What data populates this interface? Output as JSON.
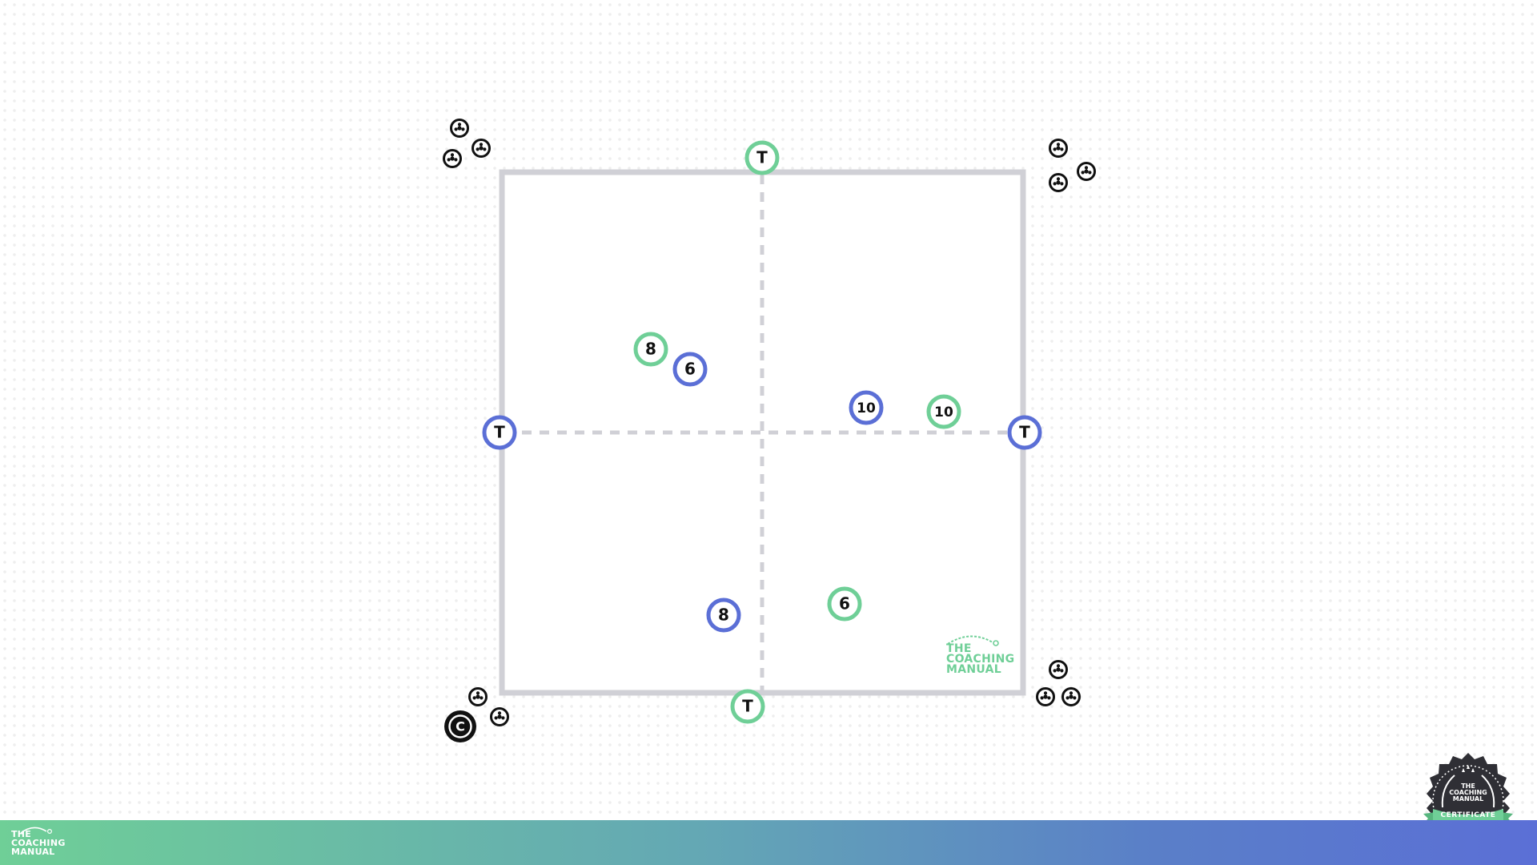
{
  "colors": {
    "team_green": "#6fcf97",
    "team_blue": "#5b6fd6",
    "pitch_line": "#d0d0d6",
    "ball": "#111111"
  },
  "targets": [
    {
      "label": "T",
      "team": "green"
    },
    {
      "label": "T",
      "team": "blue"
    },
    {
      "label": "T",
      "team": "blue"
    },
    {
      "label": "T",
      "team": "green"
    }
  ],
  "players": [
    {
      "label": "8",
      "team": "green"
    },
    {
      "label": "6",
      "team": "blue"
    },
    {
      "label": "10",
      "team": "blue"
    },
    {
      "label": "10",
      "team": "green"
    },
    {
      "label": "8",
      "team": "blue"
    },
    {
      "label": "6",
      "team": "green"
    }
  ],
  "coach": {
    "label": "C"
  },
  "ball_icon": "soccer-ball-icon",
  "pitch_logo": {
    "line1": "THE",
    "line2": "COACHING",
    "line3": "MANUAL"
  },
  "footer_logo": {
    "line1": "THE",
    "line2": "COACHING",
    "line3": "MANUAL"
  },
  "badge": {
    "line1": "THE",
    "line2": "COACHING",
    "line3": "MANUAL",
    "ribbon": "CERTIFICATE"
  }
}
